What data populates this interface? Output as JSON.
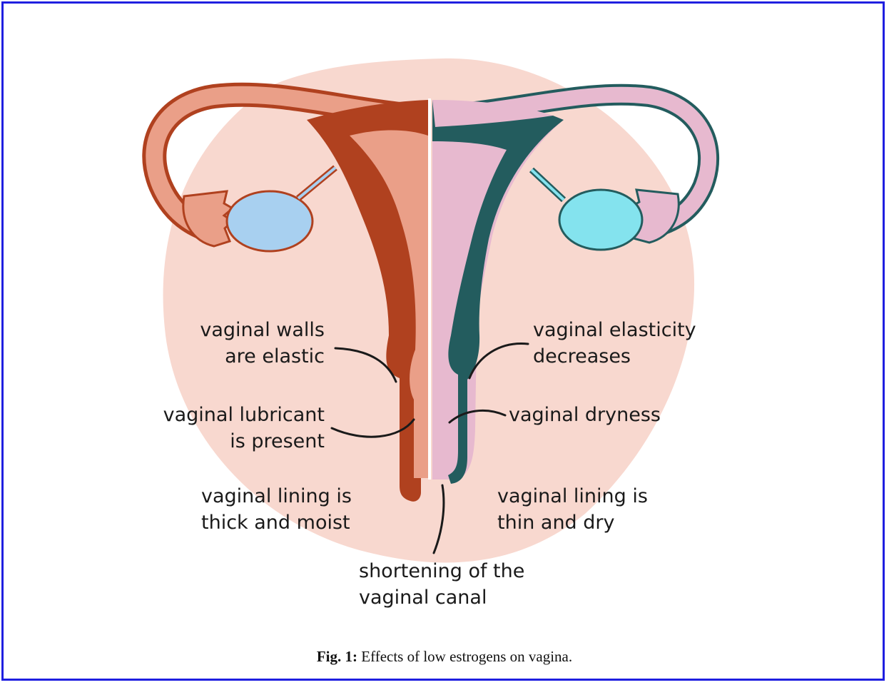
{
  "labels": {
    "walls_elastic": [
      "vaginal walls",
      "are elastic"
    ],
    "lubricant": [
      "vaginal lubricant",
      "is present"
    ],
    "lining_thick": [
      "vaginal lining is",
      "thick and moist"
    ],
    "elasticity": [
      "vaginal elasticity",
      "decreases"
    ],
    "dryness": "vaginal dryness",
    "lining_thin": [
      "vaginal lining is",
      "thin and dry"
    ],
    "shortening": [
      "shortening of the",
      "vaginal canal"
    ]
  },
  "caption": {
    "label": "Fig. 1:",
    "text": "Effects of low estrogens on vagina."
  },
  "colors": {
    "frame": "#1f1fe0",
    "background_blob": "#f8d8cf",
    "left_dark": "#b0411f",
    "left_light": "#ea9f88",
    "left_ovary": "#a8d0f0",
    "right_dark": "#235c5e",
    "right_light": "#e7b9cf",
    "right_ovary": "#84e3ee"
  }
}
